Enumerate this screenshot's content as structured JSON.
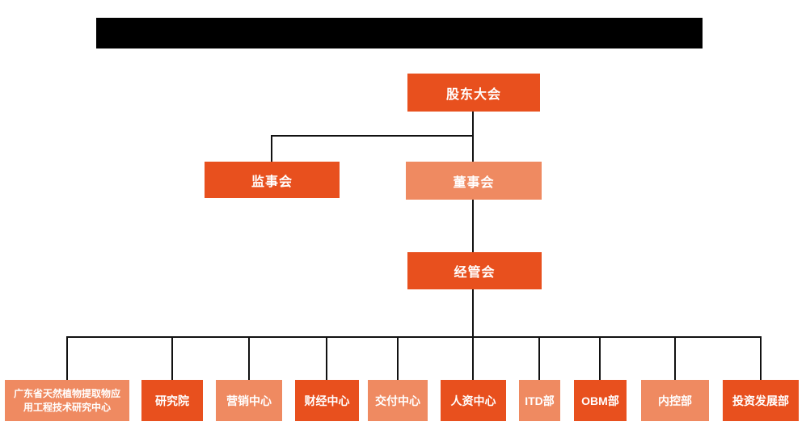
{
  "colors": {
    "primary_orange": "#E8501E",
    "light_orange": "#EF8A61",
    "text_white": "#FFFFFF",
    "connector_black": "#111111",
    "redaction_black": "#000000"
  },
  "org_chart": {
    "level1": {
      "label": "股东大会"
    },
    "level2": {
      "supervisory": {
        "label": "监事会"
      },
      "board": {
        "label": "董事会"
      }
    },
    "level3": {
      "label": "经管会"
    },
    "departments": [
      {
        "label": "广东省天然植物提取物应\n用工程技术研究中心"
      },
      {
        "label": "研究院"
      },
      {
        "label": "营销中心"
      },
      {
        "label": "财经中心"
      },
      {
        "label": "交付中心"
      },
      {
        "label": "人资中心"
      },
      {
        "label": "ITD部"
      },
      {
        "label": "OBM部"
      },
      {
        "label": "内控部"
      },
      {
        "label": "投资发展部"
      }
    ]
  }
}
